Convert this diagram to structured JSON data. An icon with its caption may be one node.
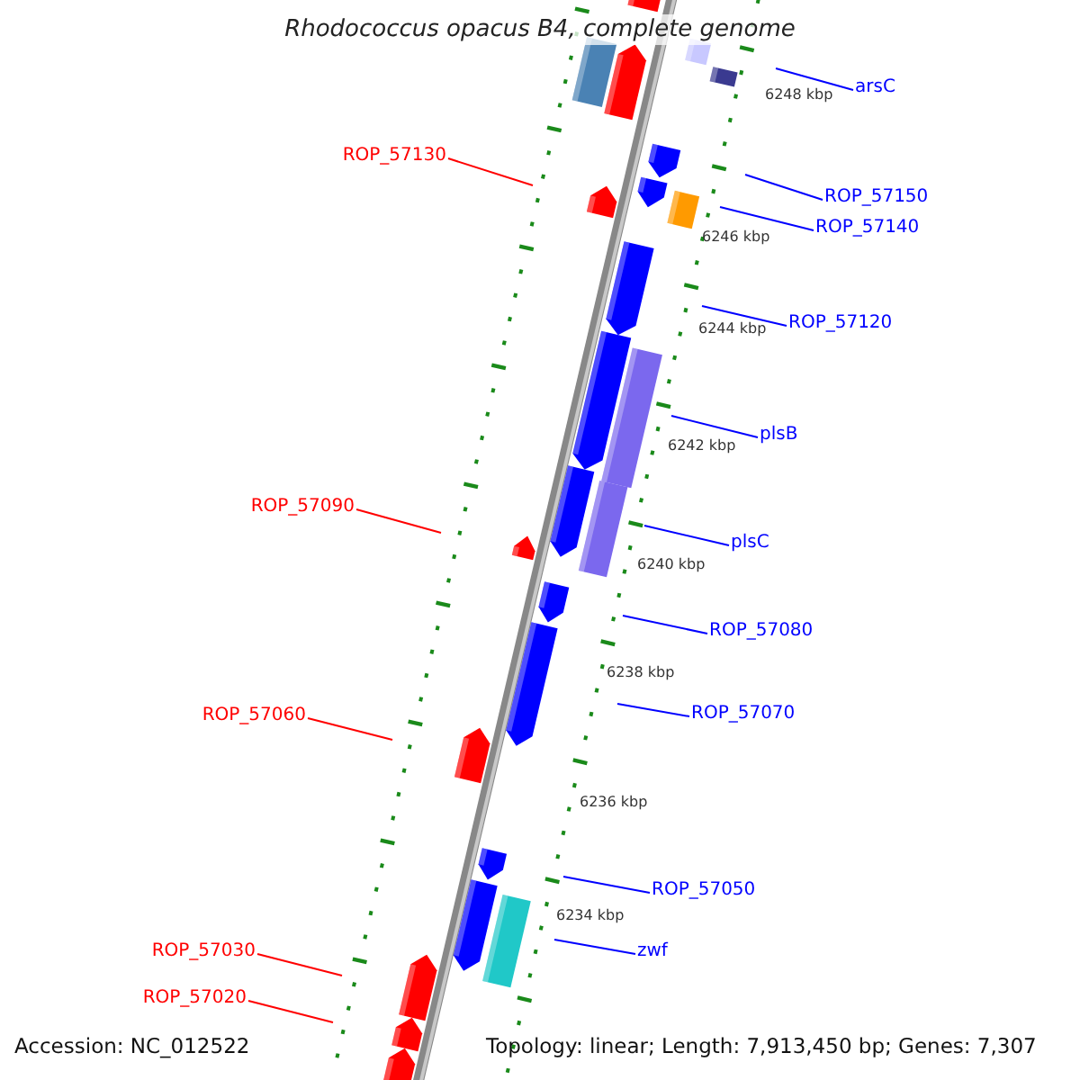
{
  "diagram": {
    "title": "Rhodococcus opacus B4, complete genome",
    "nodes": [
      {
        "text": [
          "arsC"
        ]
      },
      {
        "text": [
          "ROP_57130"
        ]
      },
      {
        "text": [
          "ROP_57150"
        ]
      },
      {
        "text": [
          "ROP_57140"
        ]
      },
      {
        "text": [
          "ROP_57120"
        ]
      },
      {
        "text": [
          "plsB"
        ]
      },
      {
        "text": [
          "ROP_57090"
        ]
      },
      {
        "text": [
          "plsC"
        ]
      },
      {
        "text": [
          "ROP_57080"
        ]
      },
      {
        "text": [
          "ROP_57070"
        ]
      },
      {
        "text": [
          "ROP_57060"
        ]
      },
      {
        "text": [
          "ROP_57050"
        ]
      },
      {
        "text": [
          "ROP_57030"
        ]
      },
      {
        "text": [
          "zwf"
        ]
      },
      {
        "text": [
          "ROP_57020"
        ]
      }
    ],
    "edges": [
      {
        "from": 0,
        "to": null,
        "arrow": "none"
      },
      {
        "from": 1,
        "to": null,
        "arrow": "none",
        "color": "#ff0000"
      },
      {
        "from": 2,
        "to": null,
        "arrow": "none"
      },
      {
        "from": 3,
        "to": null,
        "arrow": "none"
      },
      {
        "from": 4,
        "to": null,
        "arrow": "none"
      },
      {
        "from": 5,
        "to": null,
        "arrow": "none"
      },
      {
        "from": 6,
        "to": null,
        "arrow": "none",
        "color": "#ff0000"
      },
      {
        "from": 7,
        "to": null,
        "arrow": "none"
      },
      {
        "from": 8,
        "to": null,
        "arrow": "none"
      },
      {
        "from": 9,
        "to": null,
        "arrow": "none"
      },
      {
        "from": 10,
        "to": null,
        "arrow": "none",
        "color": "#ff0000"
      },
      {
        "from": 11,
        "to": null,
        "arrow": "none"
      },
      {
        "from": 12,
        "to": null,
        "arrow": "none",
        "color": "#ff0000"
      },
      {
        "from": 13,
        "to": null,
        "arrow": "none"
      },
      {
        "from": 14,
        "to": null,
        "arrow": "none",
        "color": "#ff0000"
      }
    ],
    "labels": [
      "6248 kbp",
      "6246 kbp",
      "6244 kbp",
      "6242 kbp",
      "6240 kbp",
      "6238 kbp",
      "6236 kbp",
      "6234 kbp",
      "Accession: NC_012522",
      "Topology: linear; Length: 7,913,450 bp; Genes: 7,307"
    ]
  }
}
